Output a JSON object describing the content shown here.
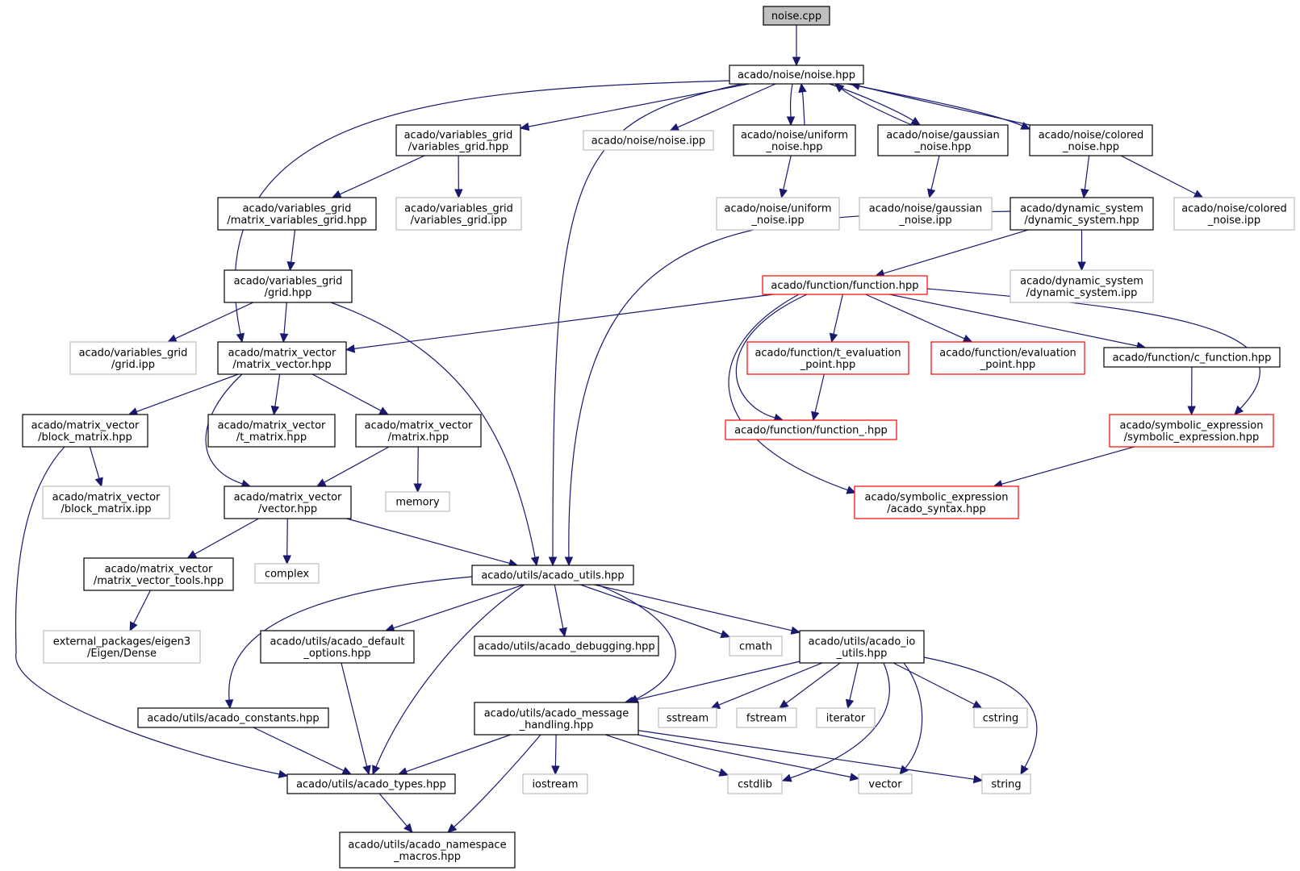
{
  "nodes": {
    "noise_cpp": {
      "label": [
        "noise.cpp"
      ],
      "style": "root"
    },
    "noise_hpp": {
      "label": [
        "acado/noise/noise.hpp"
      ],
      "style": "normal"
    },
    "vg_hpp": {
      "label": [
        "acado/variables_grid",
        "/variables_grid.hpp"
      ],
      "style": "normal"
    },
    "noise_ipp": {
      "label": [
        "acado/noise/noise.ipp"
      ],
      "style": "ext"
    },
    "uniform_hpp": {
      "label": [
        "acado/noise/uniform",
        "_noise.hpp"
      ],
      "style": "normal"
    },
    "gaussian_hpp": {
      "label": [
        "acado/noise/gaussian",
        "_noise.hpp"
      ],
      "style": "normal"
    },
    "colored_hpp": {
      "label": [
        "acado/noise/colored",
        "_noise.hpp"
      ],
      "style": "normal"
    },
    "mvg_hpp": {
      "label": [
        "acado/variables_grid",
        "/matrix_variables_grid.hpp"
      ],
      "style": "normal"
    },
    "vg_ipp": {
      "label": [
        "acado/variables_grid",
        "/variables_grid.ipp"
      ],
      "style": "ext"
    },
    "uniform_ipp": {
      "label": [
        "acado/noise/uniform",
        "_noise.ipp"
      ],
      "style": "ext"
    },
    "gaussian_ipp": {
      "label": [
        "acado/noise/gaussian",
        "_noise.ipp"
      ],
      "style": "ext"
    },
    "ds_hpp": {
      "label": [
        "acado/dynamic_system",
        "/dynamic_system.hpp"
      ],
      "style": "normal"
    },
    "colored_ipp": {
      "label": [
        "acado/noise/colored",
        "_noise.ipp"
      ],
      "style": "ext"
    },
    "grid_hpp": {
      "label": [
        "acado/variables_grid",
        "/grid.hpp"
      ],
      "style": "normal"
    },
    "function_hpp": {
      "label": [
        "acado/function/function.hpp"
      ],
      "style": "red"
    },
    "ds_ipp": {
      "label": [
        "acado/dynamic_system",
        "/dynamic_system.ipp"
      ],
      "style": "ext"
    },
    "grid_ipp": {
      "label": [
        "acado/variables_grid",
        "/grid.ipp"
      ],
      "style": "ext"
    },
    "mv_hpp": {
      "label": [
        "acado/matrix_vector",
        "/matrix_vector.hpp"
      ],
      "style": "normal"
    },
    "tep_hpp": {
      "label": [
        "acado/function/t_evaluation",
        "_point.hpp"
      ],
      "style": "red"
    },
    "ep_hpp": {
      "label": [
        "acado/function/evaluation",
        "_point.hpp"
      ],
      "style": "red"
    },
    "cfun_hpp": {
      "label": [
        "acado/function/c_function.hpp"
      ],
      "style": "normal"
    },
    "bm_hpp": {
      "label": [
        "acado/matrix_vector",
        "/block_matrix.hpp"
      ],
      "style": "normal"
    },
    "tm_hpp": {
      "label": [
        "acado/matrix_vector",
        "/t_matrix.hpp"
      ],
      "style": "normal"
    },
    "matrix_hpp": {
      "label": [
        "acado/matrix_vector",
        "/matrix.hpp"
      ],
      "style": "normal"
    },
    "fun__hpp": {
      "label": [
        "acado/function/function_.hpp"
      ],
      "style": "red"
    },
    "se_hpp": {
      "label": [
        "acado/symbolic_expression",
        "/symbolic_expression.hpp"
      ],
      "style": "red"
    },
    "bm_ipp": {
      "label": [
        "acado/matrix_vector",
        "/block_matrix.ipp"
      ],
      "style": "ext"
    },
    "vector_hpp": {
      "label": [
        "acado/matrix_vector",
        "/vector.hpp"
      ],
      "style": "normal"
    },
    "memory": {
      "label": [
        "memory"
      ],
      "style": "ext"
    },
    "syntax_hpp": {
      "label": [
        "acado/symbolic_expression",
        "/acado_syntax.hpp"
      ],
      "style": "red"
    },
    "mvt_hpp": {
      "label": [
        "acado/matrix_vector",
        "/matrix_vector_tools.hpp"
      ],
      "style": "normal"
    },
    "complex": {
      "label": [
        "complex"
      ],
      "style": "ext"
    },
    "utils_hpp": {
      "label": [
        "acado/utils/acado_utils.hpp"
      ],
      "style": "normal"
    },
    "eigen": {
      "label": [
        "external_packages/eigen3",
        "/Eigen/Dense"
      ],
      "style": "ext"
    },
    "defopt_hpp": {
      "label": [
        "acado/utils/acado_default",
        "_options.hpp"
      ],
      "style": "normal"
    },
    "debug_hpp": {
      "label": [
        "acado/utils/acado_debugging.hpp"
      ],
      "style": "normal"
    },
    "cmath": {
      "label": [
        "cmath"
      ],
      "style": "ext"
    },
    "io_hpp": {
      "label": [
        "acado/utils/acado_io",
        "_utils.hpp"
      ],
      "style": "normal"
    },
    "const_hpp": {
      "label": [
        "acado/utils/acado_constants.hpp"
      ],
      "style": "normal"
    },
    "msg_hpp": {
      "label": [
        "acado/utils/acado_message",
        "_handling.hpp"
      ],
      "style": "normal"
    },
    "sstream": {
      "label": [
        "sstream"
      ],
      "style": "ext"
    },
    "fstream": {
      "label": [
        "fstream"
      ],
      "style": "ext"
    },
    "iterator": {
      "label": [
        "iterator"
      ],
      "style": "ext"
    },
    "cstring": {
      "label": [
        "cstring"
      ],
      "style": "ext"
    },
    "types_hpp": {
      "label": [
        "acado/utils/acado_types.hpp"
      ],
      "style": "normal"
    },
    "iostream": {
      "label": [
        "iostream"
      ],
      "style": "ext"
    },
    "cstdlib": {
      "label": [
        "cstdlib"
      ],
      "style": "ext"
    },
    "vector": {
      "label": [
        "vector"
      ],
      "style": "ext"
    },
    "string": {
      "label": [
        "string"
      ],
      "style": "ext"
    },
    "ns_hpp": {
      "label": [
        "acado/utils/acado_namespace",
        "_macros.hpp"
      ],
      "style": "normal"
    }
  },
  "edges": [
    [
      "noise_cpp",
      "noise_hpp"
    ],
    [
      "noise_hpp",
      "vg_hpp"
    ],
    [
      "noise_hpp",
      "noise_ipp"
    ],
    [
      "noise_hpp",
      "uniform_hpp"
    ],
    [
      "noise_hpp",
      "gaussian_hpp"
    ],
    [
      "noise_hpp",
      "colored_hpp"
    ],
    [
      "noise_hpp",
      "mv_hpp"
    ],
    [
      "noise_hpp",
      "utils_hpp"
    ],
    [
      "uniform_hpp",
      "noise_hpp"
    ],
    [
      "gaussian_hpp",
      "noise_hpp"
    ],
    [
      "colored_hpp",
      "noise_hpp"
    ],
    [
      "vg_hpp",
      "mvg_hpp"
    ],
    [
      "vg_hpp",
      "vg_ipp"
    ],
    [
      "uniform_hpp",
      "uniform_ipp"
    ],
    [
      "gaussian_hpp",
      "gaussian_ipp"
    ],
    [
      "colored_hpp",
      "ds_hpp"
    ],
    [
      "colored_hpp",
      "colored_ipp"
    ],
    [
      "mvg_hpp",
      "grid_hpp"
    ],
    [
      "ds_hpp",
      "function_hpp"
    ],
    [
      "ds_hpp",
      "ds_ipp"
    ],
    [
      "ds_hpp",
      "utils_hpp"
    ],
    [
      "grid_hpp",
      "grid_ipp"
    ],
    [
      "grid_hpp",
      "mv_hpp"
    ],
    [
      "grid_hpp",
      "utils_hpp"
    ],
    [
      "function_hpp",
      "mv_hpp"
    ],
    [
      "function_hpp",
      "tep_hpp"
    ],
    [
      "function_hpp",
      "ep_hpp"
    ],
    [
      "function_hpp",
      "cfun_hpp"
    ],
    [
      "function_hpp",
      "fun__hpp"
    ],
    [
      "function_hpp",
      "syntax_hpp"
    ],
    [
      "function_hpp",
      "se_hpp"
    ],
    [
      "tep_hpp",
      "fun__hpp"
    ],
    [
      "cfun_hpp",
      "se_hpp"
    ],
    [
      "se_hpp",
      "syntax_hpp"
    ],
    [
      "mv_hpp",
      "bm_hpp"
    ],
    [
      "mv_hpp",
      "tm_hpp"
    ],
    [
      "mv_hpp",
      "matrix_hpp"
    ],
    [
      "mv_hpp",
      "vector_hpp"
    ],
    [
      "bm_hpp",
      "bm_ipp"
    ],
    [
      "bm_hpp",
      "types_hpp"
    ],
    [
      "matrix_hpp",
      "vector_hpp"
    ],
    [
      "matrix_hpp",
      "memory"
    ],
    [
      "vector_hpp",
      "mvt_hpp"
    ],
    [
      "vector_hpp",
      "complex"
    ],
    [
      "vector_hpp",
      "utils_hpp"
    ],
    [
      "mvt_hpp",
      "eigen"
    ],
    [
      "utils_hpp",
      "const_hpp"
    ],
    [
      "utils_hpp",
      "defopt_hpp"
    ],
    [
      "utils_hpp",
      "types_hpp"
    ],
    [
      "utils_hpp",
      "debug_hpp"
    ],
    [
      "utils_hpp",
      "msg_hpp"
    ],
    [
      "utils_hpp",
      "cmath"
    ],
    [
      "utils_hpp",
      "io_hpp"
    ],
    [
      "defopt_hpp",
      "types_hpp"
    ],
    [
      "const_hpp",
      "types_hpp"
    ],
    [
      "msg_hpp",
      "types_hpp"
    ],
    [
      "msg_hpp",
      "ns_hpp"
    ],
    [
      "msg_hpp",
      "iostream"
    ],
    [
      "msg_hpp",
      "cstdlib"
    ],
    [
      "msg_hpp",
      "vector"
    ],
    [
      "msg_hpp",
      "string"
    ],
    [
      "io_hpp",
      "msg_hpp"
    ],
    [
      "io_hpp",
      "sstream"
    ],
    [
      "io_hpp",
      "fstream"
    ],
    [
      "io_hpp",
      "iterator"
    ],
    [
      "io_hpp",
      "cstring"
    ],
    [
      "io_hpp",
      "cstdlib"
    ],
    [
      "io_hpp",
      "vector"
    ],
    [
      "io_hpp",
      "string"
    ],
    [
      "types_hpp",
      "ns_hpp"
    ]
  ]
}
